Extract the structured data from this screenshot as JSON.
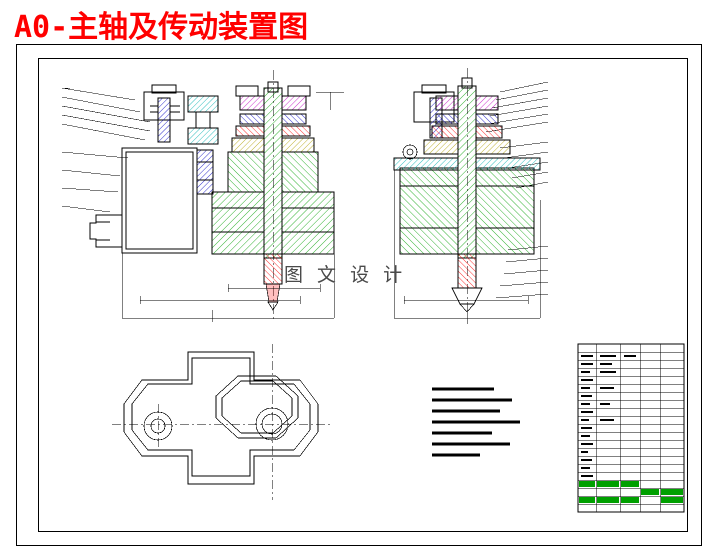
{
  "title": "A0-主轴及传动装置图",
  "watermark": "图 文 设 计",
  "colors": {
    "title_red": "#ff0000",
    "line_black": "#000000",
    "hatch_green": "#00a000",
    "hatch_blue": "#0000c0",
    "hatch_cyan": "#00b0b0",
    "hatch_magenta": "#c000c0",
    "hatch_red": "#ff0000",
    "hatch_yellow": "#b0b000",
    "sheet_white": "#ffffff",
    "watermark_gray": "#4a4a4a"
  },
  "sheet": {
    "frame_label": "drawing-border",
    "inner_frame_label": "drawing-inner-border"
  },
  "views": [
    {
      "name": "main-assembly-section-left",
      "description": "主轴及传动装置主视图剖面（左）",
      "leader_count": 9
    },
    {
      "name": "main-assembly-section-right",
      "description": "主轴及传动装置主视图剖面（右）",
      "leader_count": 14
    },
    {
      "name": "bottom-plate-view",
      "description": "底板俯视图（八边形法兰）"
    },
    {
      "name": "technical-requirements-block",
      "description": "技术要求文字块"
    }
  ],
  "title_block": {
    "name": "title-block",
    "rows": 14,
    "columns": 5
  }
}
